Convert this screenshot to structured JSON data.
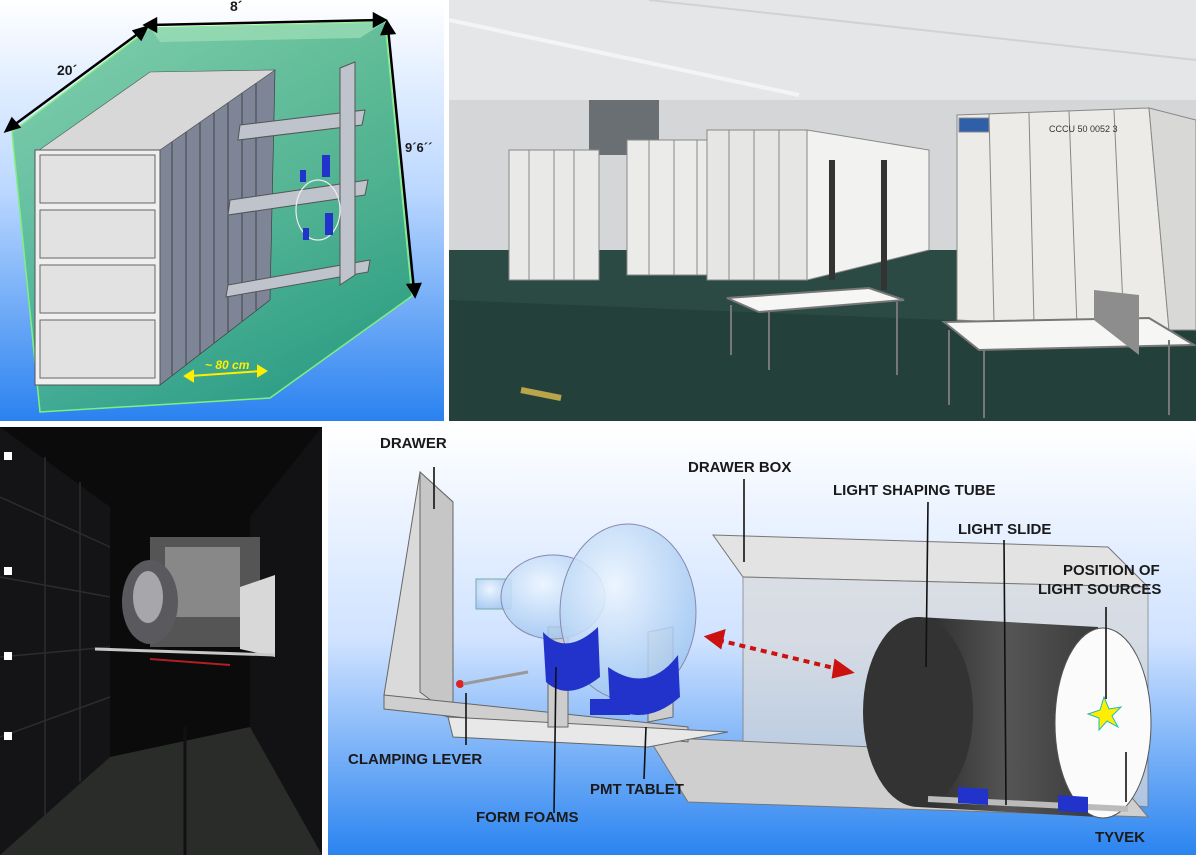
{
  "panel_a": {
    "dim_width": "8´",
    "dim_length": "20´",
    "dim_height": "9´6´´",
    "dim_drawer_depth": "~ 80 cm"
  },
  "panel_b": {
    "container_code": "CCCU 50   0052 3"
  },
  "panel_d": {
    "labels": {
      "drawer": "DRAWER",
      "drawer_box": "DRAWER BOX",
      "light_shaping_tube": "LIGHT SHAPING TUBE",
      "light_slide": "LIGHT SLIDE",
      "position_line1": "POSITION OF",
      "position_line2": "LIGHT SOURCES",
      "clamping_lever": "CLAMPING LEVER",
      "pmt_tablet": "PMT TABLET",
      "form_foams": "FORM FOAMS",
      "tyvek": "TYVEK"
    }
  },
  "colors": {
    "sky_top": "#ffffff",
    "sky_bottom": "#2e86f0",
    "container_green": "#3fae7a",
    "drawer_gray": "#d7d7d7",
    "foam_blue": "#2233cc",
    "arrow_red": "#cc1111",
    "accent_yellow": "#ffee00"
  }
}
